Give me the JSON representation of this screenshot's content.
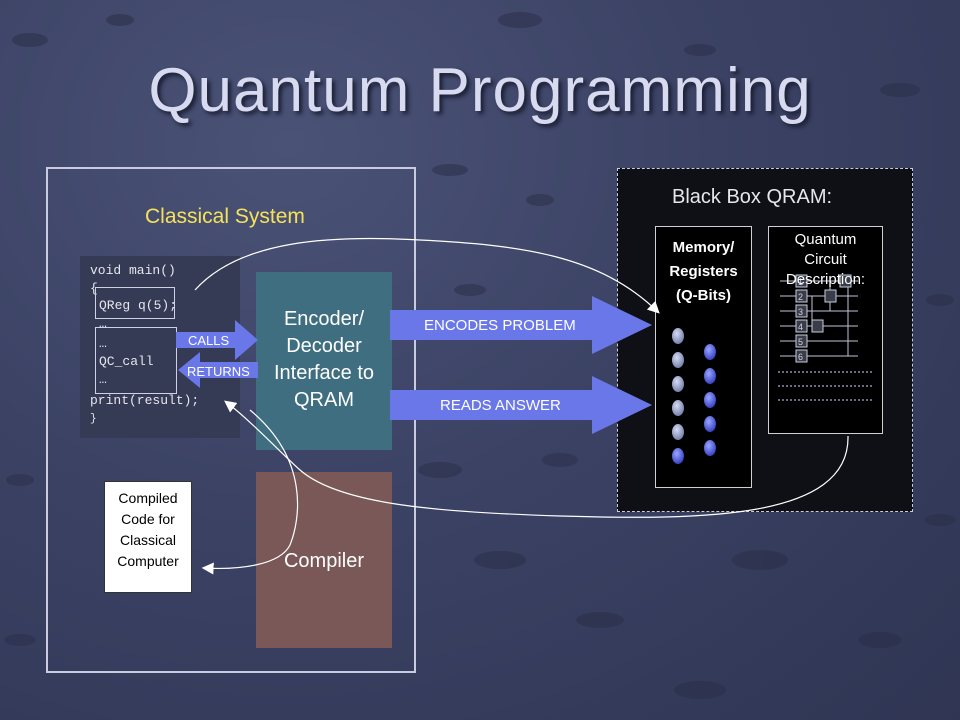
{
  "title": "Quantum Programming",
  "classical": {
    "label": "Classical System",
    "code": {
      "line1": "void main()",
      "line2": "{",
      "line3": "QReg q(5);",
      "line4": "…",
      "line5": "…",
      "line6": "QC_call",
      "line7": "…",
      "line8": "print(result);",
      "line9": "}"
    },
    "calls_label": "CALLS",
    "returns_label": "RETURNS",
    "encoder_lines": [
      "Encoder/",
      "Decoder",
      "Interface to",
      "QRAM"
    ],
    "compiler_label": "Compiler",
    "compiled_lines": [
      "Compiled",
      "Code for",
      "Classical",
      "Computer"
    ]
  },
  "arrows": {
    "encodes": "ENCODES PROBLEM",
    "reads": "READS ANSWER"
  },
  "blackbox": {
    "label": "Black Box QRAM:",
    "memory_lines": [
      "Memory/",
      "Registers",
      "(Q-Bits)"
    ],
    "circuit_lines": [
      "Quantum",
      "Circuit",
      "Description:"
    ],
    "qubit_labels": [
      "1",
      "2",
      "3",
      "4",
      "5",
      "6"
    ]
  },
  "colors": {
    "background": "#3b4264",
    "accent_yellow": "#f6e25a",
    "arrow_blue": "#6a77e8",
    "encoder_teal": "#3f6e80",
    "compiler_brown": "#7a5858"
  }
}
